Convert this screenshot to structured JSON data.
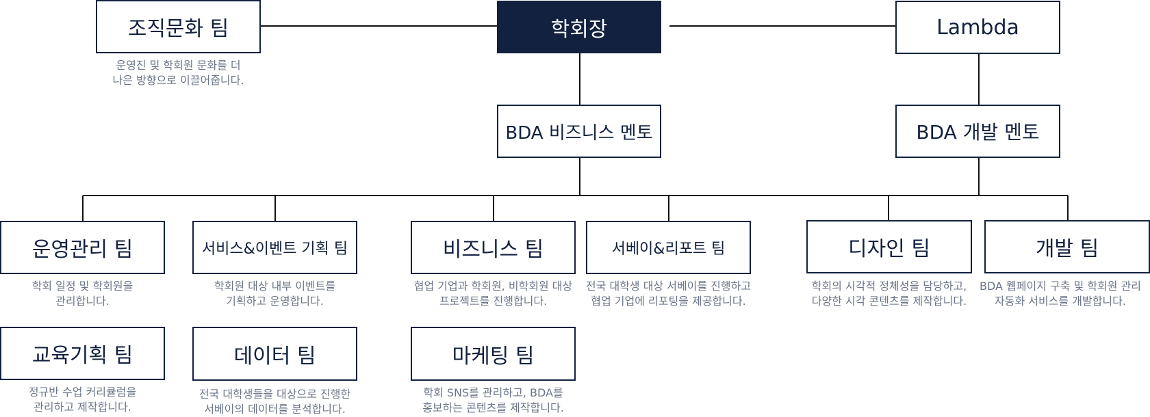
{
  "colors": {
    "navy": "#12213f",
    "line": "#111111",
    "description": "#6b7588",
    "background": "#ffffff"
  },
  "nodes": {
    "president": {
      "label": "학회장"
    },
    "culture_team": {
      "label": "조직문화 팀",
      "desc": [
        "운영진 및 학회원 문화를 더",
        "나은 방향으로 이끌어줍니다."
      ]
    },
    "lambda": {
      "label": "Lambda"
    },
    "business_mentor": {
      "label": "BDA 비즈니스 멘토"
    },
    "dev_mentor": {
      "label": "BDA 개발 멘토"
    },
    "operations_team": {
      "label": "운영관리 팀",
      "desc": [
        "학회 일정 및 학회원을",
        "관리합니다."
      ]
    },
    "service_event_team": {
      "label": "서비스&이벤트 기획 팀",
      "desc": [
        "학회원 대상 내부 이벤트를",
        "기획하고 운영합니다."
      ]
    },
    "business_team": {
      "label": "비즈니스 팀",
      "desc": [
        "협업 기업과 학회원, 비학회원 대상",
        "프로젝트를 진행합니다."
      ]
    },
    "survey_report_team": {
      "label": "서베이&리포트 팀",
      "desc": [
        "전국 대학생 대상 서베이를 진행하고",
        "협업 기업에 리포팅을 제공합니다."
      ]
    },
    "design_team": {
      "label": "디자인 팀",
      "desc": [
        "학회의 시각적 정체성을 담당하고,",
        "다양한 시각 콘텐츠를 제작합니다."
      ]
    },
    "dev_team": {
      "label": "개발 팀",
      "desc": [
        "BDA 웹페이지 구축 및 학회원 관리",
        "자동화 서비스를 개발합니다."
      ]
    },
    "education_team": {
      "label": "교육기획 팀",
      "desc": [
        "정규반 수업 커리큘럼을",
        "관리하고 제작합니다."
      ]
    },
    "data_team": {
      "label": "데이터 팀",
      "desc": [
        "전국 대학생들을 대상으로 진행한",
        "서베이의 데이터를 분석합니다."
      ]
    },
    "marketing_team": {
      "label": "마케팅 팀",
      "desc": [
        "학회 SNS를 관리하고, BDA를",
        "홍보하는 콘텐츠를 제작합니다."
      ]
    }
  }
}
